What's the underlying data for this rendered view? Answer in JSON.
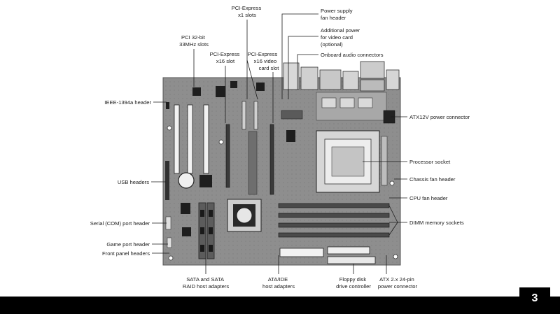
{
  "labels": {
    "pci_express_x1": [
      "PCI-Express",
      "x1 slots"
    ],
    "power_supply_fan": [
      "Power supply",
      "fan header"
    ],
    "additional_power": [
      "Additional power",
      "for video card",
      "(optional)"
    ],
    "onboard_audio": [
      "Onboard audio connectors"
    ],
    "pci_32bit": [
      "PCI 32-bit",
      "33MHz slots"
    ],
    "pci_express_x16_slot": [
      "PCI-Express",
      "x16 slot"
    ],
    "pci_express_x16_video": [
      "PCI-Express",
      "x16 video",
      "card slot"
    ],
    "ieee_1394a": [
      "IEEE-1394a header"
    ],
    "atx12v": [
      "ATX12V power connector"
    ],
    "processor_socket": [
      "Processor socket"
    ],
    "chassis_fan": [
      "Chassis fan header"
    ],
    "usb_headers": [
      "USB headers"
    ],
    "cpu_fan": [
      "CPU fan header"
    ],
    "dimm_sockets": [
      "DIMM memory sockets"
    ],
    "serial_port": [
      "Serial (COM) port header"
    ],
    "game_port": [
      "Game port header"
    ],
    "front_panel": [
      "Front panel headers"
    ],
    "sata": [
      "SATA and SATA",
      "RAID host adapters"
    ],
    "ata_ide": [
      "ATA/IDE",
      "host adapters"
    ],
    "floppy": [
      "Floppy disk",
      "drive controller"
    ],
    "atx_24pin": [
      "ATX 2.x 24-pin",
      "power connector"
    ]
  },
  "page_number": "3",
  "colors": {
    "board": "#8c8c8c",
    "footer": "#000000"
  }
}
